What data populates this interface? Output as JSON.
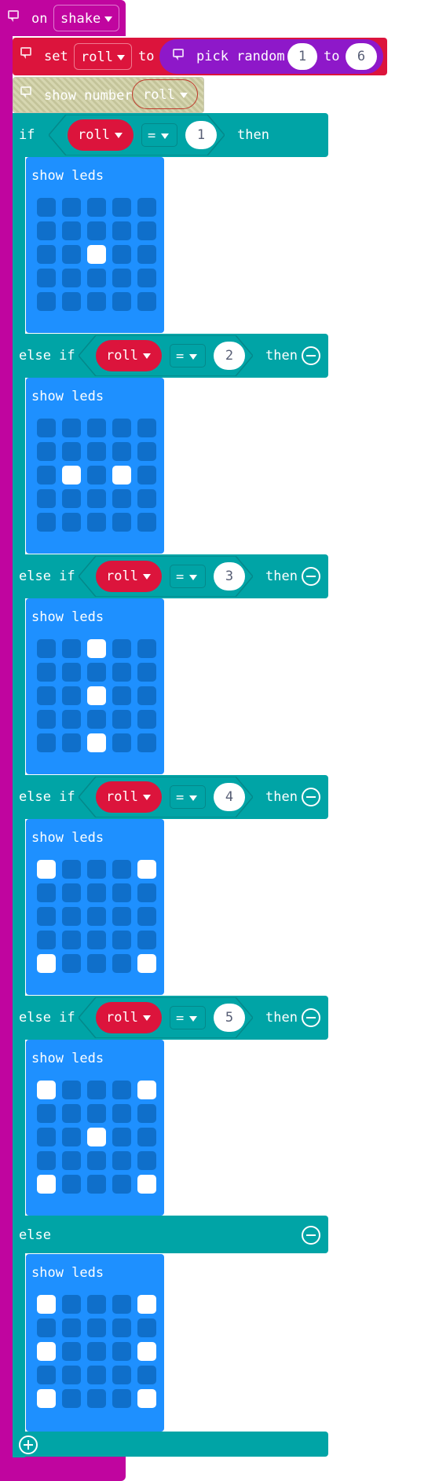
{
  "colors": {
    "events": "#c0059f",
    "variables": "#dc143c",
    "math": "#8e18c9",
    "logic": "#00a4a6",
    "basic": "#1e90ff",
    "led_off": "#0f6fca",
    "led_on": "#ffffff"
  },
  "event": {
    "keyword": "on",
    "gesture": "shake"
  },
  "set_block": {
    "keyword": "set",
    "variable": "roll",
    "to": "to",
    "pick_random": "pick random",
    "from": "1",
    "to_word": "to",
    "max": "6"
  },
  "show_number": {
    "label": "show number",
    "variable": "roll"
  },
  "conditions": [
    {
      "keyword": "if",
      "variable": "roll",
      "op": "=",
      "value": "1",
      "then": "then"
    },
    {
      "keyword": "else if",
      "variable": "roll",
      "op": "=",
      "value": "2",
      "then": "then"
    },
    {
      "keyword": "else if",
      "variable": "roll",
      "op": "=",
      "value": "3",
      "then": "then"
    },
    {
      "keyword": "else if",
      "variable": "roll",
      "op": "=",
      "value": "4",
      "then": "then"
    },
    {
      "keyword": "else if",
      "variable": "roll",
      "op": "=",
      "value": "5",
      "then": "then"
    }
  ],
  "else_label": "else",
  "show_leds_label": "show leds",
  "led_patterns": [
    [
      [
        0,
        0,
        0,
        0,
        0
      ],
      [
        0,
        0,
        0,
        0,
        0
      ],
      [
        0,
        0,
        1,
        0,
        0
      ],
      [
        0,
        0,
        0,
        0,
        0
      ],
      [
        0,
        0,
        0,
        0,
        0
      ]
    ],
    [
      [
        0,
        0,
        0,
        0,
        0
      ],
      [
        0,
        0,
        0,
        0,
        0
      ],
      [
        0,
        1,
        0,
        1,
        0
      ],
      [
        0,
        0,
        0,
        0,
        0
      ],
      [
        0,
        0,
        0,
        0,
        0
      ]
    ],
    [
      [
        0,
        0,
        1,
        0,
        0
      ],
      [
        0,
        0,
        0,
        0,
        0
      ],
      [
        0,
        0,
        1,
        0,
        0
      ],
      [
        0,
        0,
        0,
        0,
        0
      ],
      [
        0,
        0,
        1,
        0,
        0
      ]
    ],
    [
      [
        1,
        0,
        0,
        0,
        1
      ],
      [
        0,
        0,
        0,
        0,
        0
      ],
      [
        0,
        0,
        0,
        0,
        0
      ],
      [
        0,
        0,
        0,
        0,
        0
      ],
      [
        1,
        0,
        0,
        0,
        1
      ]
    ],
    [
      [
        1,
        0,
        0,
        0,
        1
      ],
      [
        0,
        0,
        0,
        0,
        0
      ],
      [
        0,
        0,
        1,
        0,
        0
      ],
      [
        0,
        0,
        0,
        0,
        0
      ],
      [
        1,
        0,
        0,
        0,
        1
      ]
    ],
    [
      [
        1,
        0,
        0,
        0,
        1
      ],
      [
        0,
        0,
        0,
        0,
        0
      ],
      [
        1,
        0,
        0,
        0,
        1
      ],
      [
        0,
        0,
        0,
        0,
        0
      ],
      [
        1,
        0,
        0,
        0,
        1
      ]
    ]
  ]
}
